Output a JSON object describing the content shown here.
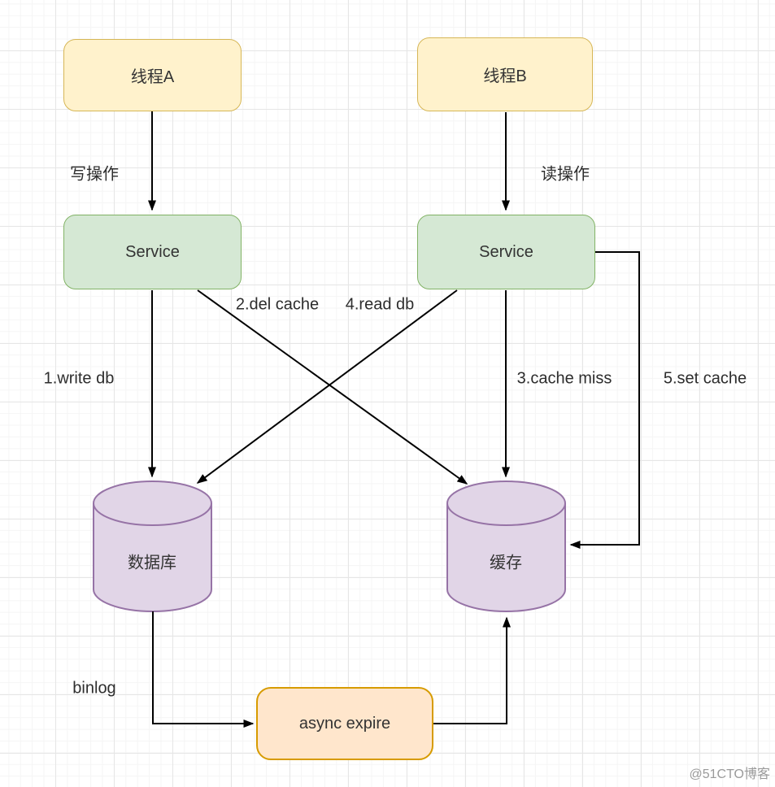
{
  "diagram": {
    "title": "cache-db-consistency-flow",
    "nodes": {
      "thread_a": {
        "label": "线程A",
        "shape": "rounded-rect"
      },
      "thread_b": {
        "label": "线程B",
        "shape": "rounded-rect"
      },
      "service_left": {
        "label": "Service",
        "shape": "rounded-rect"
      },
      "service_right": {
        "label": "Service",
        "shape": "rounded-rect"
      },
      "database": {
        "label": "数据库",
        "shape": "cylinder"
      },
      "cache": {
        "label": "缓存",
        "shape": "cylinder"
      },
      "async_expire": {
        "label": "async expire",
        "shape": "rounded-rect"
      }
    },
    "edge_labels": {
      "write_op": "写操作",
      "read_op": "读操作",
      "write_db": "1.write db",
      "del_cache": "2.del cache",
      "cache_miss": "3.cache miss",
      "read_db": "4.read db",
      "set_cache": "5.set cache",
      "binlog": "binlog"
    },
    "edges": [
      {
        "from": "thread_a",
        "to": "service_left",
        "label": "写操作"
      },
      {
        "from": "thread_b",
        "to": "service_right",
        "label": "读操作"
      },
      {
        "from": "service_left",
        "to": "database",
        "label": "1.write db"
      },
      {
        "from": "service_left",
        "to": "cache",
        "label": "2.del cache"
      },
      {
        "from": "service_right",
        "to": "cache",
        "label": "3.cache miss"
      },
      {
        "from": "service_right",
        "to": "database",
        "label": "4.read db"
      },
      {
        "from": "service_right",
        "to": "cache",
        "label": "5.set cache"
      },
      {
        "from": "database",
        "to": "async_expire",
        "label": "binlog"
      },
      {
        "from": "async_expire",
        "to": "cache",
        "label": ""
      }
    ],
    "colors": {
      "thread_fill": "#fff2cc",
      "thread_stroke": "#d6b656",
      "service_fill": "#d5e8d4",
      "service_stroke": "#82b366",
      "store_fill": "#e1d5e7",
      "store_stroke": "#9673a6",
      "async_fill": "#ffe6cc",
      "async_stroke": "#d79b00",
      "line": "#000000"
    }
  },
  "watermark": "@51CTO博客"
}
